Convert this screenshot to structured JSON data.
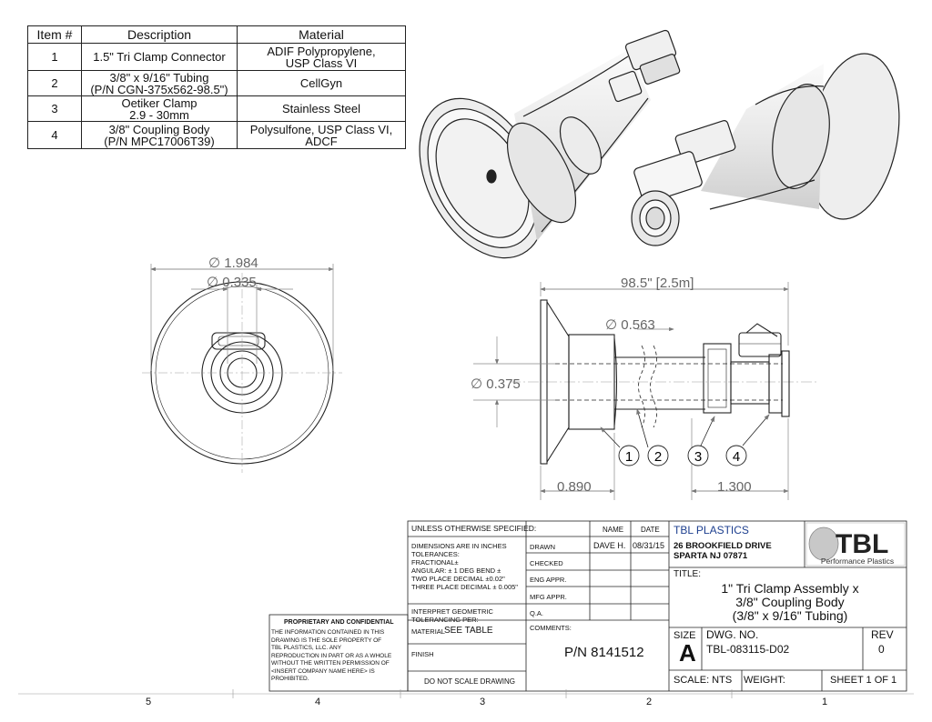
{
  "bom": {
    "headers": [
      "Item #",
      "Description",
      "Material"
    ],
    "rows": [
      {
        "item": "1",
        "desc1": "1.5\" Tri Clamp Connector",
        "desc2": "",
        "mat1": "ADIF Polypropylene,",
        "mat2": "USP Class VI"
      },
      {
        "item": "2",
        "desc1": "3/8\" x 9/16\" Tubing",
        "desc2": "(P/N CGN-375x562-98.5\")",
        "mat1": "CellGyn",
        "mat2": ""
      },
      {
        "item": "3",
        "desc1": "Oetiker Clamp",
        "desc2": "2.9 - 30mm",
        "mat1": "Stainless Steel",
        "mat2": ""
      },
      {
        "item": "4",
        "desc1": "3/8\" Coupling Body",
        "desc2": "(P/N MPC17006T39)",
        "mat1": "Polysulfone, USP Class VI,",
        "mat2": "ADCF"
      }
    ]
  },
  "dims": {
    "d1984": "∅ 1.984",
    "d0335": "∅ 0.335",
    "length": "98.5\" [2.5m]",
    "d0563": "∅ 0.563",
    "d0375": "∅ 0.375",
    "d0890": "0.890",
    "d1300": "1.300"
  },
  "balloons": [
    "1",
    "2",
    "3",
    "4"
  ],
  "titleblock": {
    "unless": "UNLESS OTHERWISE SPECIFIED:",
    "name_hdr": "NAME",
    "date_hdr": "DATE",
    "dims_line1": "DIMENSIONS ARE IN INCHES",
    "dims_line2": "TOLERANCES:",
    "dims_line3": "FRACTIONAL±",
    "dims_line4": "ANGULAR: ± 1 DEG BEND ±",
    "dims_line5": "TWO PLACE DECIMAL    ±0.02\"",
    "dims_line6": "THREE PLACE DECIMAL  ± 0.005\"",
    "interpret1": "INTERPRET GEOMETRIC",
    "interpret2": "TOLERANCING PER:",
    "material_lbl": "MATERIAL",
    "material_val": "SEE TABLE",
    "finish": "FINISH",
    "no_scale": "DO NOT SCALE DRAWING",
    "drawn": "DRAWN",
    "drawn_name": "DAVE H.",
    "drawn_date": "08/31/15",
    "checked": "CHECKED",
    "eng": "ENG APPR.",
    "mfg": "MFG APPR.",
    "qa": "Q.A.",
    "comments": "COMMENTS:",
    "pn": "P/N 8141512",
    "company": "TBL PLASTICS",
    "addr1": "26 BROOKFIELD DRIVE",
    "addr2": "SPARTA NJ 07871",
    "logo_text": "TBL",
    "logo_sub": "Performance Plastics",
    "title_lbl": "TITLE:",
    "title1": "1\" Tri Clamp Assembly x",
    "title2": "3/8\" Coupling Body",
    "title3": "(3/8\" x 9/16\" Tubing)",
    "size_lbl": "SIZE",
    "size_val": "A",
    "dwg_lbl": "DWG.  NO.",
    "dwg_val": "TBL-083115-D02",
    "rev_lbl": "REV",
    "rev_val": "0",
    "scale": "SCALE: NTS",
    "weight": "WEIGHT:",
    "sheet": "SHEET 1 OF 1",
    "prop_title": "PROPRIETARY AND CONFIDENTIAL",
    "prop1": "THE INFORMATION CONTAINED IN THIS",
    "prop2": "DRAWING IS THE SOLE PROPERTY OF",
    "prop3": "TBL PLASTICS, LLC.  ANY",
    "prop4": "REPRODUCTION IN PART OR AS A WHOLE",
    "prop5": "WITHOUT THE WRITTEN PERMISSION OF",
    "prop6": "<INSERT COMPANY NAME HERE> IS",
    "prop7": "PROHIBITED."
  },
  "zones": [
    "5",
    "4",
    "3",
    "2",
    "1"
  ]
}
